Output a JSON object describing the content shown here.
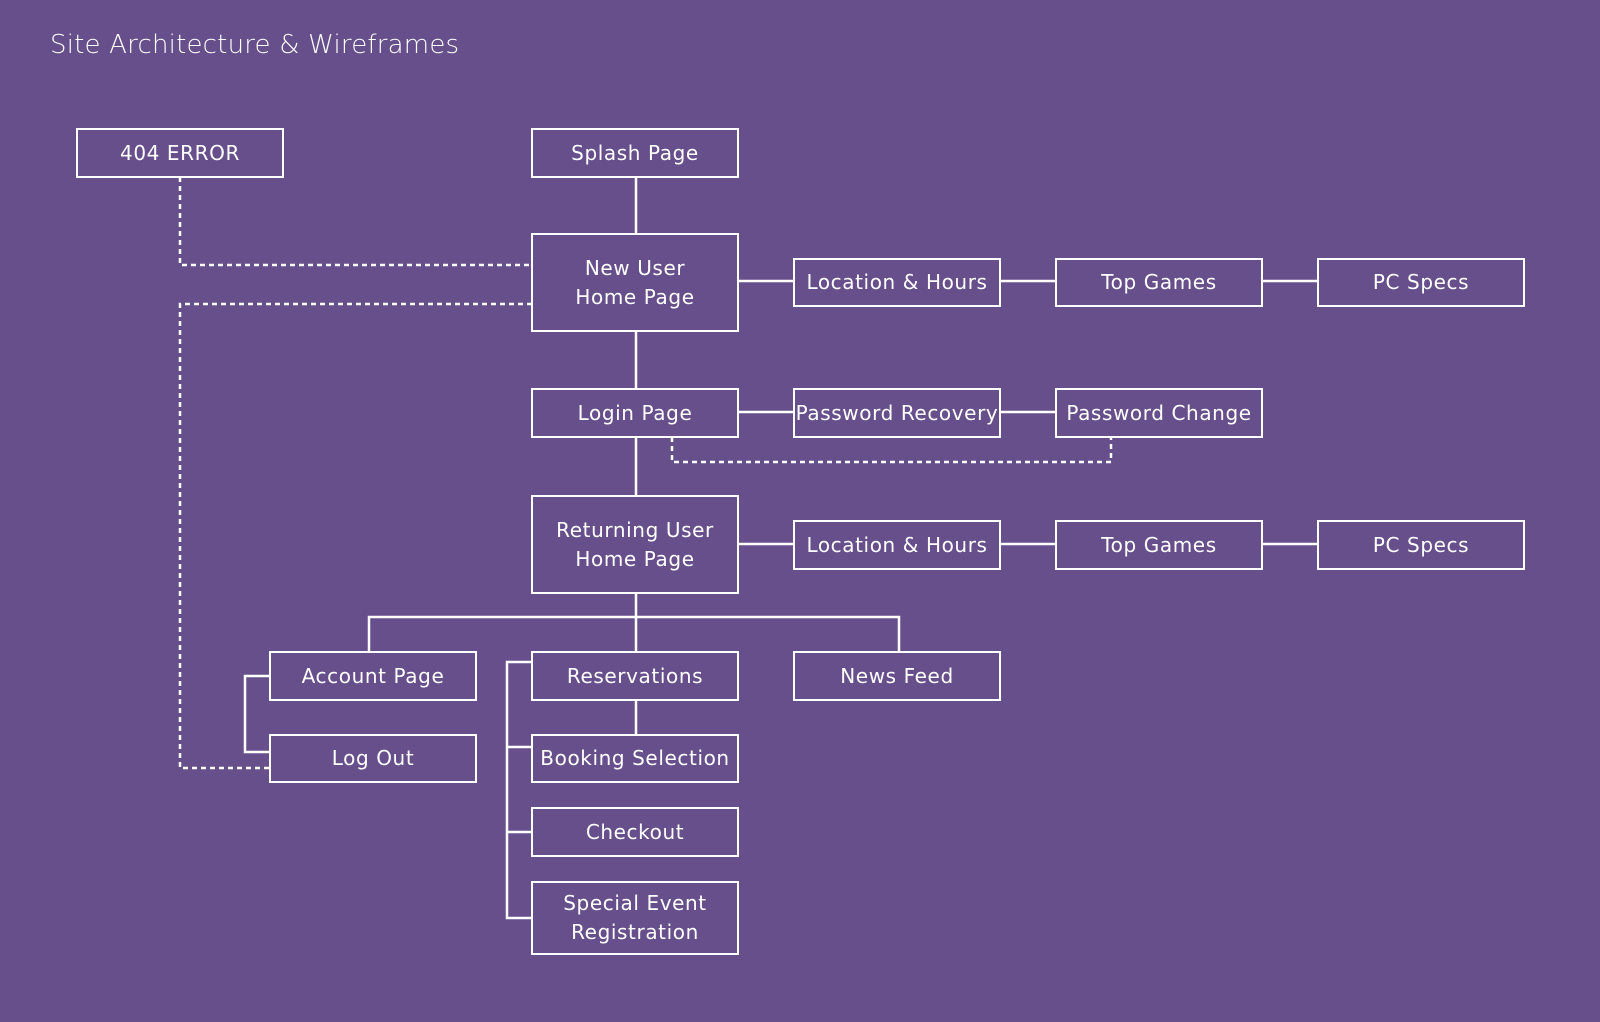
{
  "title": "Site Architecture & Wireframes",
  "colors": {
    "background": "#664f8b",
    "lines": "#ffffff"
  },
  "nodes": {
    "error404": "404 ERROR",
    "splash": "Splash Page",
    "new_user_home": "New User\nHome Page",
    "location_hours_1": "Location & Hours",
    "top_games_1": "Top Games",
    "pc_specs_1": "PC Specs",
    "login": "Login Page",
    "password_recovery": "Password Recovery",
    "password_change": "Password Change",
    "returning_user_home": "Returning User\nHome Page",
    "location_hours_2": "Location & Hours",
    "top_games_2": "Top Games",
    "pc_specs_2": "PC Specs",
    "account": "Account Page",
    "logout": "Log Out",
    "reservations": "Reservations",
    "news_feed": "News Feed",
    "booking_selection": "Booking Selection",
    "checkout": "Checkout",
    "special_event": "Special Event\nRegistration"
  }
}
